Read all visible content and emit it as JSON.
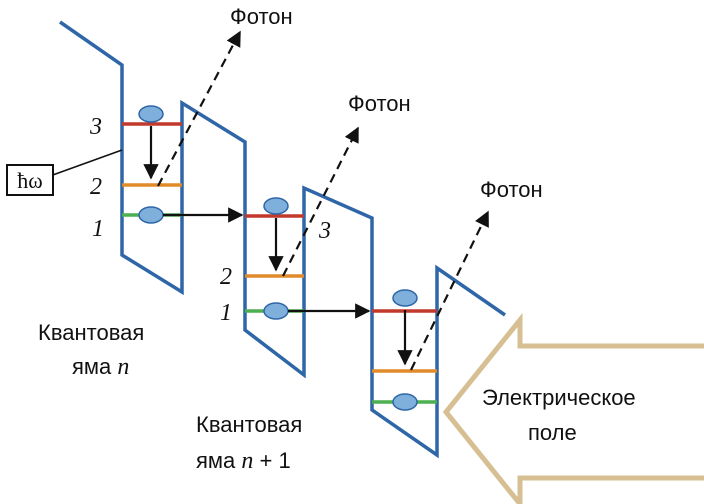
{
  "photon_labels": [
    "Фотон",
    "Фотон",
    "Фотон"
  ],
  "level_numbers": {
    "well1": [
      "3",
      "2",
      "1"
    ],
    "well2": [
      "2",
      "1"
    ],
    "well2_top": "3"
  },
  "hbar_omega": "ħω",
  "well_n": {
    "line1": "Квантовая",
    "line2_prefix": "яма ",
    "line2_var": "n"
  },
  "well_n1": {
    "line1": "Квантовая",
    "line2_prefix": "яма ",
    "line2_var": "n",
    "line2_suffix": " + 1"
  },
  "field": {
    "line1": "Электрическое",
    "line2": "поле"
  },
  "colors": {
    "band": "#2e66a8",
    "level3": "#c0392b",
    "level2": "#e08a2a",
    "level1": "#4caf50",
    "electron_fill": "#7fb0dc",
    "electron_stroke": "#2e66a8",
    "arrow": "#111111",
    "field_arrow_stroke": "#d6bf93"
  }
}
